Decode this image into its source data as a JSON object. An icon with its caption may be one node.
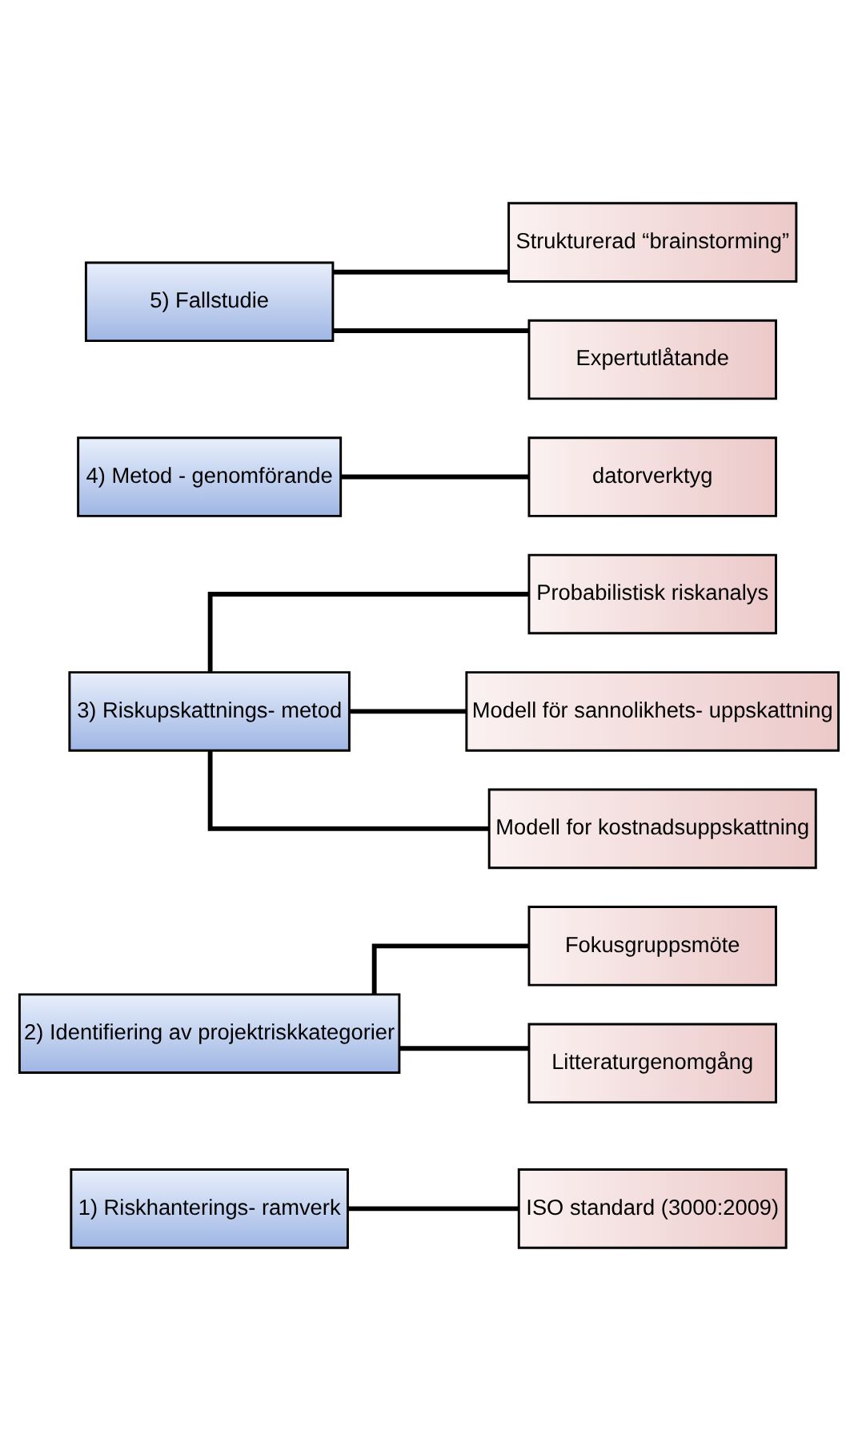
{
  "diagram": {
    "nodes": [
      {
        "text": [
          "1) Riskhanterings- ramverk"
        ]
      },
      {
        "text": [
          "ISO standard (3000:2009)"
        ]
      },
      {
        "text": [
          "2) Identifiering av projektriskkategorier"
        ]
      },
      {
        "text": [
          "Fokusgruppsmöte"
        ]
      },
      {
        "text": [
          "Litteraturgenomgång"
        ]
      },
      {
        "text": [
          "3) Riskupskattnings- metod"
        ]
      },
      {
        "text": [
          "Probabilistisk riskanalys"
        ]
      },
      {
        "text": [
          "Modell för sannolikhets- uppskattning"
        ]
      },
      {
        "text": [
          "Modell for kostnadsuppskattning"
        ]
      },
      {
        "text": [
          "4) Metod - genomförande"
        ]
      },
      {
        "text": [
          "datorverktyg"
        ]
      },
      {
        "text": [
          "5) Fallstudie"
        ]
      },
      {
        "text": [
          "Strukturerad “brainstorming”"
        ]
      },
      {
        "text": [
          "Expertutlåtande"
        ]
      }
    ],
    "edges": [
      {
        "from": 0,
        "to": 1,
        "arrow": "none"
      },
      {
        "from": 2,
        "to": 3,
        "arrow": "none"
      },
      {
        "from": 2,
        "to": 4,
        "arrow": "none"
      },
      {
        "from": 5,
        "to": 6,
        "arrow": "none"
      },
      {
        "from": 5,
        "to": 7,
        "arrow": "none"
      },
      {
        "from": 5,
        "to": 8,
        "arrow": "none"
      },
      {
        "from": 9,
        "to": 10,
        "arrow": "none"
      },
      {
        "from": 11,
        "to": 12,
        "arrow": "none"
      },
      {
        "from": 11,
        "to": 13,
        "arrow": "none"
      }
    ]
  }
}
